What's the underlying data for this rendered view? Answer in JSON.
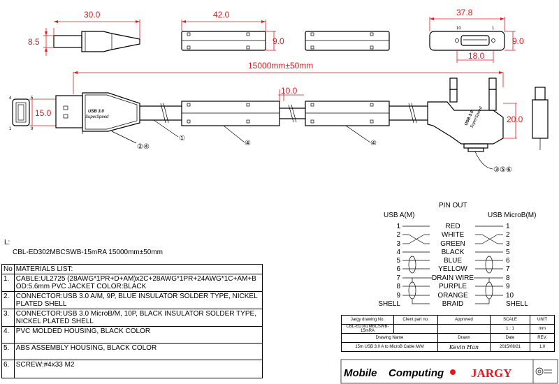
{
  "dims": {
    "plug_length": "30.0",
    "plug_height": "8.5",
    "ferrite_length": "42.0",
    "ferrite_height": "9.0",
    "microb_width": "37.8",
    "microb_height": "9.0",
    "microb_pitch": "18.0",
    "total_length": "15000mm±50mm",
    "ferrite_dia": "10.0",
    "a_face_height": "15.0",
    "microb_body_height": "20.0",
    "microb_pin_left": "10",
    "microb_pin_right": "1",
    "a_pin_4": "4",
    "a_pin_5": "5",
    "a_pin_1": "1",
    "a_pin_9": "9"
  },
  "callouts": {
    "c24": "②④",
    "c1": "①",
    "c4a": "④",
    "c4b": "④",
    "c356": "③⑤⑥"
  },
  "connector_labels": {
    "usb_logo_line1": "USB 3.0",
    "usb_logo_line2": "SuperSpeed"
  },
  "part": {
    "l_label": "L:",
    "part_line": "CBL-ED302MBCSWB-15mRA  15000mm±50mm"
  },
  "materials": {
    "header_no": "No",
    "header_title": "MATERIALS LIST:",
    "rows": [
      {
        "no": "1.",
        "text": "CABLE:UL2725 (28AWG*1PR+D+AM)x2C+28AWG*1PR+24AWG*1C+AM+B OD:5.6mm  PVC JACKET COLOR:BLACK"
      },
      {
        "no": "2.",
        "text": "CONNECTOR:USB 3.0 A/M, 9P, BLUE INSULATOR SOLDER TYPE, NICKEL PLATED SHELL"
      },
      {
        "no": "3.",
        "text": "CONNECTOR:USB 3.0 MicroB/M, 10P, BLACK INSULATOR SOLDER TYPE, NICKEL PLATED SHELL"
      },
      {
        "no": "4.",
        "text": "PVC MOLDED HOUSING, BLACK COLOR"
      },
      {
        "no": "5.",
        "text": "ABS ASSEMBLY HOUSING, BLACK COLOR"
      },
      {
        "no": "6.",
        "text": "SCREW:#4x33 M2"
      }
    ]
  },
  "pinout": {
    "title": "PIN OUT",
    "left_title": "USB A(M)",
    "right_title": "USB MicroB(M)",
    "rows": [
      {
        "l": "1",
        "color": "RED",
        "r": "1"
      },
      {
        "l": "2",
        "color": "WHITE",
        "r": "2"
      },
      {
        "l": "3",
        "color": "GREEN",
        "r": "3"
      },
      {
        "l": "4",
        "color": "BLACK",
        "r": "5"
      },
      {
        "l": "5",
        "color": "BLUE",
        "r": "6"
      },
      {
        "l": "6",
        "color": "YELLOW",
        "r": "7"
      },
      {
        "l": "7",
        "color": "DRAIN WIRE",
        "r": "8"
      },
      {
        "l": "8",
        "color": "PURPLE",
        "r": "9"
      },
      {
        "l": "9",
        "color": "ORANGE",
        "r": "10"
      },
      {
        "l": "SHELL",
        "color": "BRAID",
        "r": "SHELL"
      }
    ]
  },
  "titleblock": {
    "h1": "Jargy drawing No.",
    "h2": "Client part no.",
    "h3": "Approved",
    "h4": "SCALE",
    "h5": "UNIT",
    "drawing_no": "CBL-ED302MBCSWB-15mRA",
    "scale": "1 : 1",
    "unit": "mm",
    "h6": "Drawing Name",
    "h7": "Drawn",
    "h8": "Date",
    "h9": "REV.",
    "drawing_name": "15m USB 3.0 A to MicroB Cable M/M",
    "drawn_by": "Kevin Han",
    "date": "2015/08/21",
    "rev": "1.0"
  },
  "brand": {
    "mobile": "Mobile",
    "computing": "Computing",
    "jargy": "JARGY"
  }
}
